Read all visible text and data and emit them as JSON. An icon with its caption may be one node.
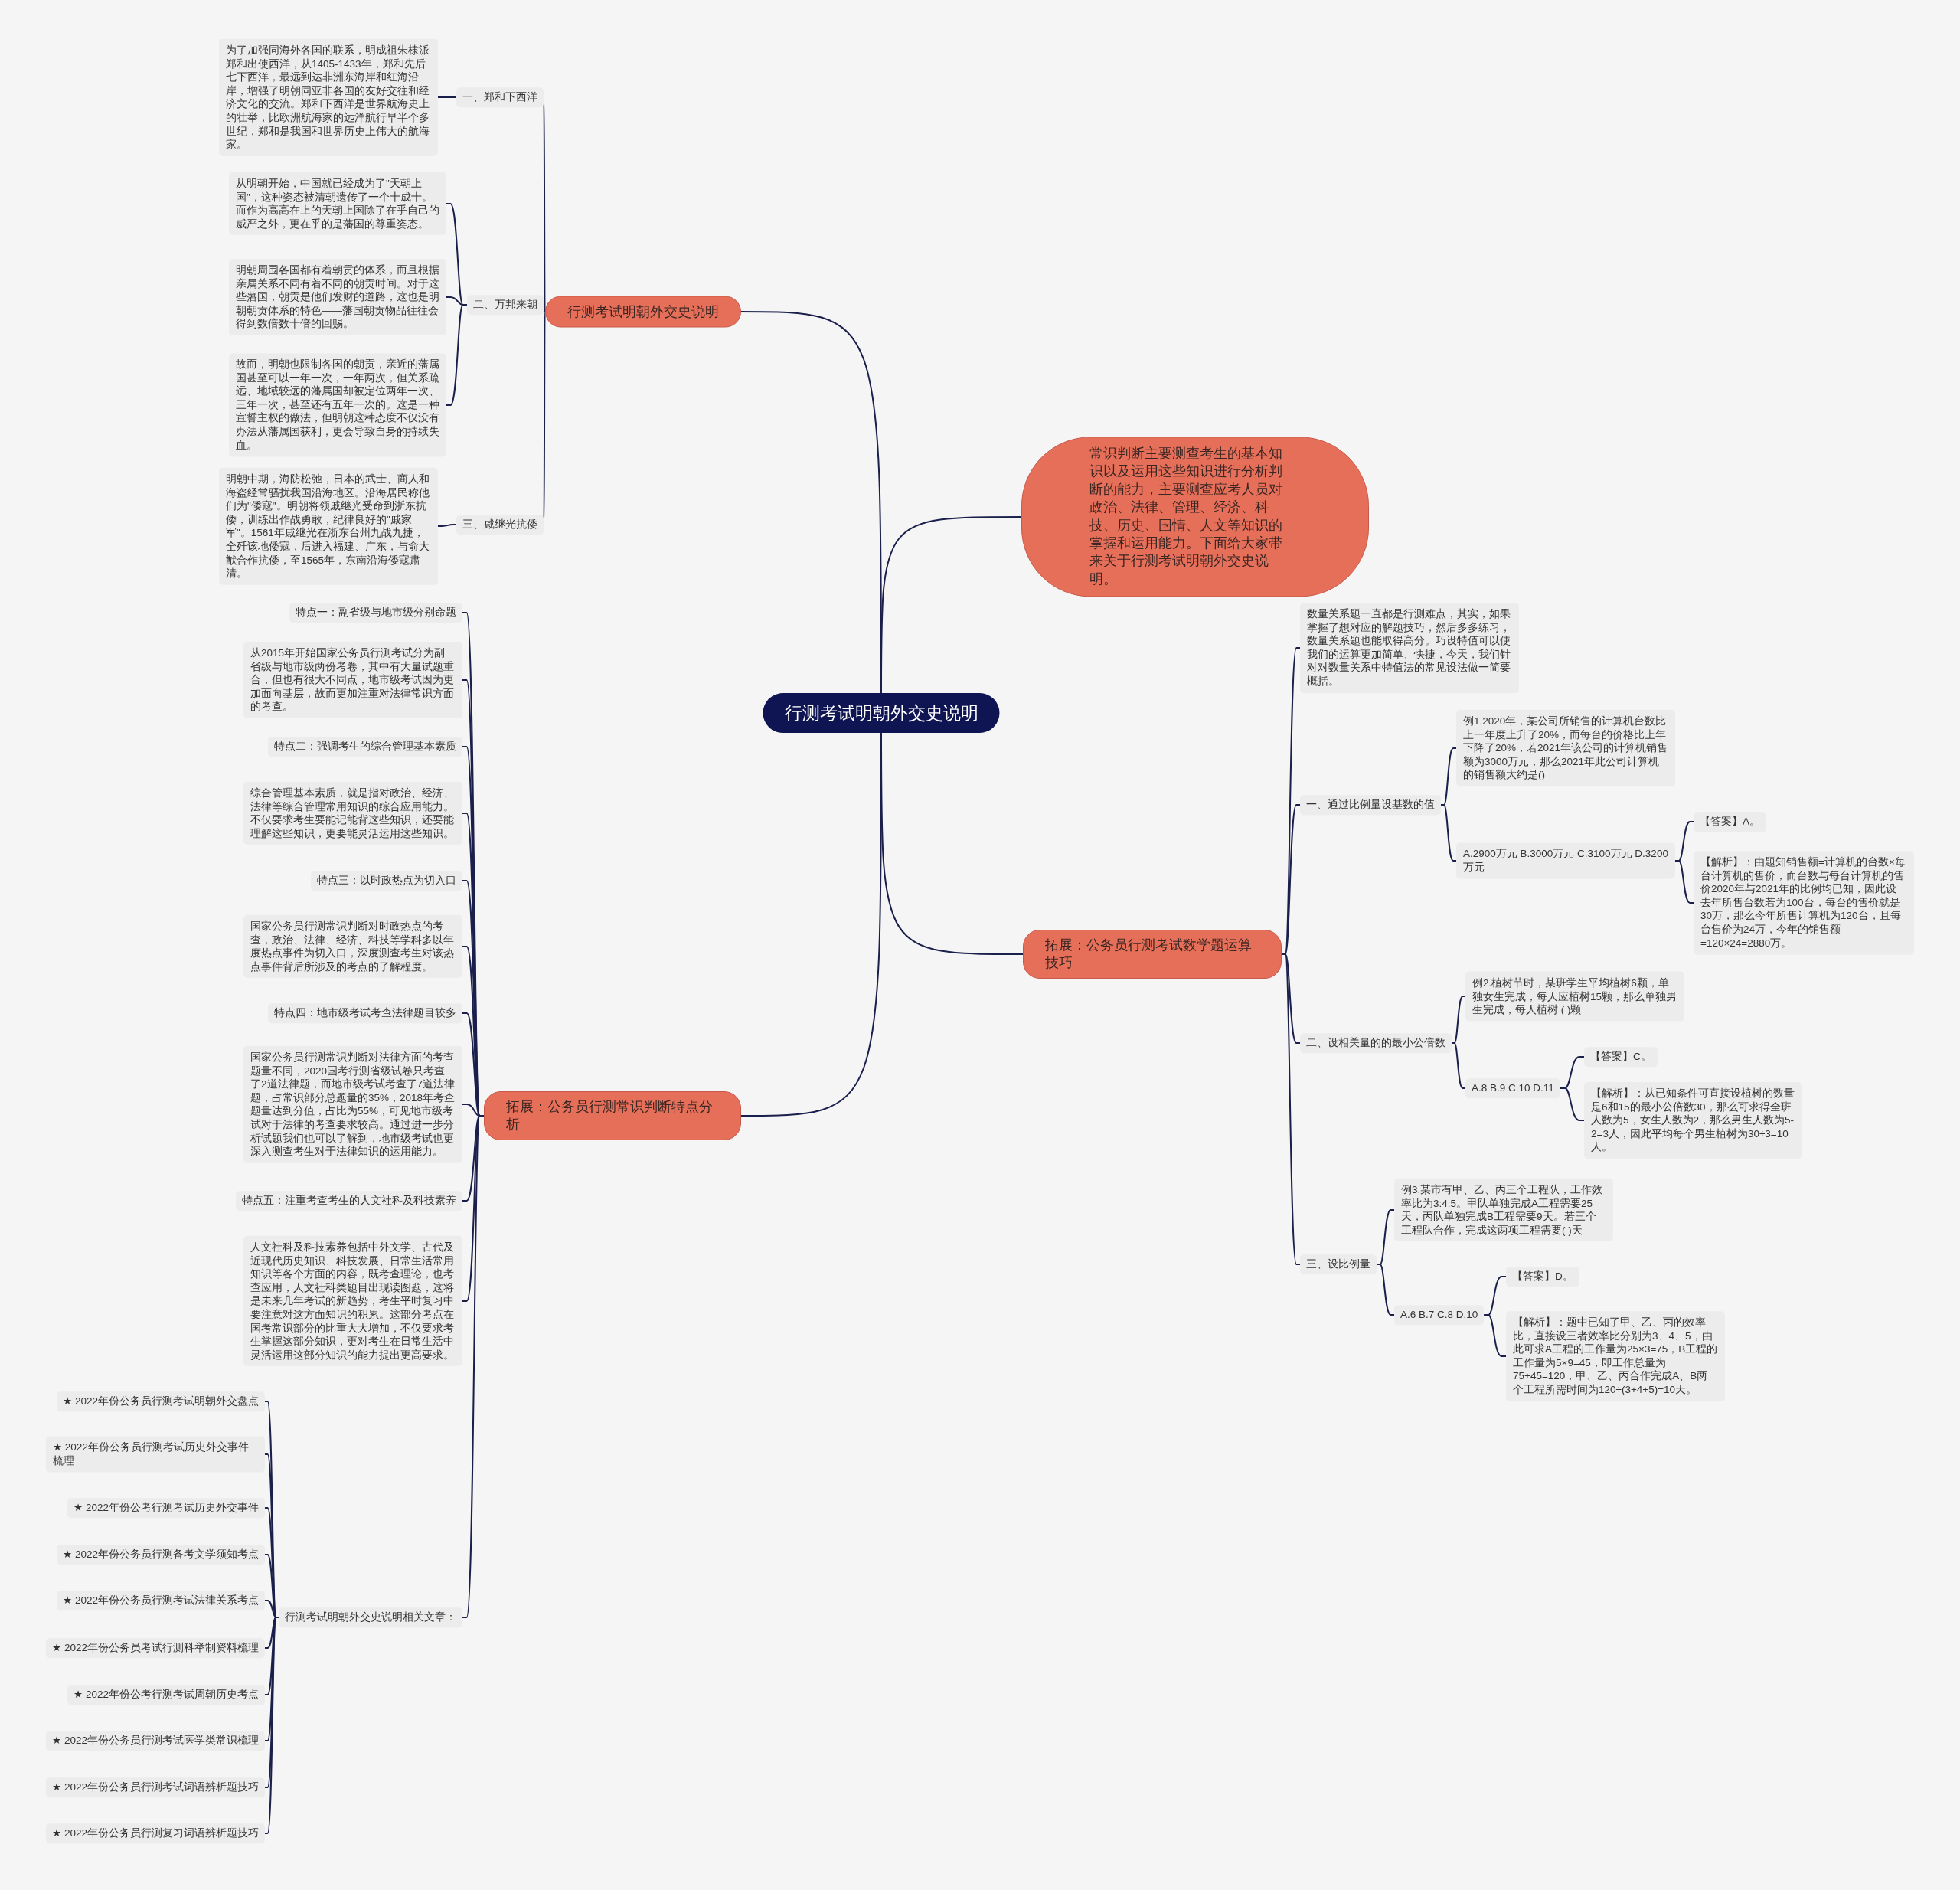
{
  "diagram": {
    "nodes": [
      {
        "text": [
          "行测考试明朝外交史说明"
        ]
      },
      {
        "text": [
          "行测考试明朝外交史说明"
        ]
      },
      {
        "text": [
          "一、郑和下西洋"
        ]
      },
      {
        "text": [
          "为了加强同海外各国的联系，明成祖朱棣派郑和出使西洋，从1405-1433年，郑和先后七下西洋，最远到达非洲东海岸和红海沿岸，增强了明朝同亚非各国的友好交往和经济文化的交流。郑和下西洋是世界航海史上的壮举，比欧洲航海家的远洋航行早半个多世纪，郑和是我国和世界历史上伟大的航海家。"
        ]
      },
      {
        "text": [
          "二、万邦来朝"
        ]
      },
      {
        "text": [
          "从明朝开始，中国就已经成为了\"天朝上国\"，这种姿态被清朝遗传了一个十成十。而作为高高在上的天朝上国除了在乎自己的威严之外，更在乎的是藩国的尊重姿态。"
        ]
      },
      {
        "text": [
          "明朝周围各国都有着朝贡的体系，而且根据亲属关系不同有着不同的朝贡时间。对于这些藩国，朝贡是他们发财的道路，这也是明朝朝贡体系的特色——藩国朝贡物品往往会得到数倍数十倍的回赐。"
        ]
      },
      {
        "text": [
          "故而，明朝也限制各国的朝贡，亲近的藩属国甚至可以一年一次，一年两次，但关系疏远、地域较远的藩属国却被定位两年一次、三年一次，甚至还有五年一次的。这是一种宣誓主权的做法，但明朝这种态度不仅没有办法从藩属国获利，更会导致自身的持续失血。"
        ]
      },
      {
        "text": [
          "三、戚继光抗倭"
        ]
      },
      {
        "text": [
          "明朝中期，海防松弛，日本的武士、商人和海盗经常骚扰我国沿海地区。沿海居民称他们为\"倭寇\"。明朝将领戚继光受命到浙东抗倭，训练出作战勇敢，纪律良好的\"戚家军\"。1561年戚继光在浙东台州九战九捷，全歼该地倭寇，后进入福建、广东，与俞大猷合作抗倭，至1565年，东南沿海倭寇肃清。"
        ]
      },
      {
        "text": [
          "常识判断主要测查考生的基本知识以及运用这些知识进行分析判断的能力，主要测查应考人员对政治、法律、管理、经济、科技、历史、国情、人文等知识的掌握和运用能力。下面给大家带来关于行测考试明朝外交史说明。"
        ]
      },
      {
        "text": [
          "拓展：公务员行测考试数学题运算技巧"
        ]
      },
      {
        "text": [
          "数量关系题一直都是行测难点，其实，如果掌握了想对应的解题技巧，然后多多练习，数量关系题也能取得高分。巧设特值可以使我们的运算更加简单、快捷，今天，我们针对对数量关系中特值法的常见设法做一简要概括。"
        ]
      },
      {
        "text": [
          "一、通过比例量设基数的值"
        ]
      },
      {
        "text": [
          "例1.2020年，某公司所销售的计算机台数比上一年度上升了20%，而每台的价格比上年下降了20%，若2021年该公司的计算机销售额为3000万元，那么2021年此公司计算机的销售额大约是()"
        ]
      },
      {
        "text": [
          "A.2900万元 B.3000万元 C.3100万元 D.3200万元"
        ]
      },
      {
        "text": [
          "【答案】A。"
        ]
      },
      {
        "text": [
          "【解析】：由题知销售额=计算机的台数×每台计算机的售价，而台数与每台计算机的售价2020年与2021年的比例均已知，因此设去年所售台数若为100台，每台的售价就是30万，那么今年所售计算机为120台，且每台售价为24万，今年的销售额=120×24=2880万。"
        ]
      },
      {
        "text": [
          "二、设相关量的的最小公倍数"
        ]
      },
      {
        "text": [
          "例2.植树节时，某班学生平均植树6颗，单独女生完成，每人应植树15颗，那么单独男生完成，每人植树 ( )颗"
        ]
      },
      {
        "text": [
          "A.8 B.9 C.10 D.11"
        ]
      },
      {
        "text": [
          "【答案】C。"
        ]
      },
      {
        "text": [
          "【解析】：从已知条件可直接设植树的数量是6和15的最小公倍数30，那么可求得全班人数为5，女生人数为2，那么男生人数为5-2=3人，因此平均每个男生植树为30÷3=10人。"
        ]
      },
      {
        "text": [
          "三、设比例量"
        ]
      },
      {
        "text": [
          "例3.某市有甲、乙、丙三个工程队，工作效率比为3:4:5。甲队单独完成A工程需要25天，丙队单独完成B工程需要9天。若三个工程队合作，完成这两项工程需要( )天"
        ]
      },
      {
        "text": [
          "A.6 B.7 C.8 D.10"
        ]
      },
      {
        "text": [
          "【答案】D。"
        ]
      },
      {
        "text": [
          "【解析】：题中已知了甲、乙、丙的效率比，直接设三者效率比分别为3、4、5，由此可求A工程的工作量为25×3=75，B工程的工作量为5×9=45，即工作总量为75+45=120，甲、乙、丙合作完成A、B两个工程所需时间为120÷(3+4+5)=10天。"
        ]
      },
      {
        "text": [
          "拓展：公务员行测常识判断特点分析"
        ]
      },
      {
        "text": [
          "特点一：副省级与地市级分别命题"
        ]
      },
      {
        "text": [
          "从2015年开始国家公务员行测考试分为副省级与地市级两份考卷，其中有大量试题重合，但也有很大不同点，地市级考试因为更加面向基层，故而更加注重对法律常识方面的考查。"
        ]
      },
      {
        "text": [
          "特点二：强调考生的综合管理基本素质"
        ]
      },
      {
        "text": [
          "综合管理基本素质，就是指对政治、经济、法律等综合管理常用知识的综合应用能力。不仅要求考生要能记能背这些知识，还要能理解这些知识，更要能灵活运用这些知识。"
        ]
      },
      {
        "text": [
          "特点三：以时政热点为切入口"
        ]
      },
      {
        "text": [
          "国家公务员行测常识判断对时政热点的考查，政治、法律、经济、科技等学科多以年度热点事件为切入口，深度测查考生对该热点事件背后所涉及的考点的了解程度。"
        ]
      },
      {
        "text": [
          "特点四：地市级考试考查法律题目较多"
        ]
      },
      {
        "text": [
          "国家公务员行测常识判断对法律方面的考查题量不同，2020国考行测省级试卷只考查了2道法律题，而地市级考试考查了7道法律题，占常识部分总题量的35%，2018年考查题量达到分值，占比为55%，可见地市级考试对于法律的考查要求较高。通过进一步分析试题我们也可以了解到，地市级考试也更深入测查考生对于法律知识的运用能力。"
        ]
      },
      {
        "text": [
          "特点五：注重考查考生的人文社科及科技素养"
        ]
      },
      {
        "text": [
          "人文社科及科技素养包括中外文学、古代及近现代历史知识、科技发展、日常生活常用知识等各个方面的内容，既考查理论，也考查应用，人文社科类题目出现读图题，这将是未来几年考试的新趋势，考生平时复习中要注意对这方面知识的积累。这部分考点在国考常识部分的比重大大增加，不仅要求考生掌握这部分知识，更对考生在日常生活中灵活运用这部分知识的能力提出更高要求。"
        ]
      },
      {
        "text": [
          "行测考试明朝外交史说明相关文章："
        ]
      },
      {
        "text": [
          "★ 2022年份公务员行测考试明朝外交盘点"
        ]
      },
      {
        "text": [
          "★ 2022年份公务员行测考试历史外交事件梳理"
        ]
      },
      {
        "text": [
          "★ 2022年份公考行测考试历史外交事件"
        ]
      },
      {
        "text": [
          "★ 2022年份公务员行测备考文学须知考点"
        ]
      },
      {
        "text": [
          "★ 2022年份公务员行测考试法律关系考点"
        ]
      },
      {
        "text": [
          "★ 2022年份公务员考试行测科举制资料梳理"
        ]
      },
      {
        "text": [
          "★ 2022年份公考行测考试周朝历史考点"
        ]
      },
      {
        "text": [
          "★ 2022年份公务员行测考试医学类常识梳理"
        ]
      },
      {
        "text": [
          "★ 2022年份公务员行测考试词语辨析题技巧"
        ]
      },
      {
        "text": [
          "★ 2022年份公务员行测复习词语辨析题技巧"
        ]
      }
    ],
    "edges": [
      {
        "from": 0,
        "to": 1,
        "arrow": "none"
      },
      {
        "from": 0,
        "to": 10,
        "arrow": "none"
      },
      {
        "from": 0,
        "to": 11,
        "arrow": "none"
      },
      {
        "from": 0,
        "to": 28,
        "arrow": "none"
      },
      {
        "from": 1,
        "to": 2,
        "arrow": "none"
      },
      {
        "from": 2,
        "to": 3,
        "arrow": "none"
      },
      {
        "from": 1,
        "to": 4,
        "arrow": "none"
      },
      {
        "from": 4,
        "to": 5,
        "arrow": "none"
      },
      {
        "from": 4,
        "to": 6,
        "arrow": "none"
      },
      {
        "from": 4,
        "to": 7,
        "arrow": "none"
      },
      {
        "from": 1,
        "to": 8,
        "arrow": "none"
      },
      {
        "from": 8,
        "to": 9,
        "arrow": "none"
      },
      {
        "from": 11,
        "to": 12,
        "arrow": "none"
      },
      {
        "from": 11,
        "to": 13,
        "arrow": "none"
      },
      {
        "from": 13,
        "to": 14,
        "arrow": "none"
      },
      {
        "from": 13,
        "to": 15,
        "arrow": "none"
      },
      {
        "from": 15,
        "to": 16,
        "arrow": "none"
      },
      {
        "from": 15,
        "to": 17,
        "arrow": "none"
      },
      {
        "from": 11,
        "to": 18,
        "arrow": "none"
      },
      {
        "from": 18,
        "to": 19,
        "arrow": "none"
      },
      {
        "from": 18,
        "to": 20,
        "arrow": "none"
      },
      {
        "from": 20,
        "to": 21,
        "arrow": "none"
      },
      {
        "from": 20,
        "to": 22,
        "arrow": "none"
      },
      {
        "from": 11,
        "to": 23,
        "arrow": "none"
      },
      {
        "from": 23,
        "to": 24,
        "arrow": "none"
      },
      {
        "from": 23,
        "to": 25,
        "arrow": "none"
      },
      {
        "from": 25,
        "to": 26,
        "arrow": "none"
      },
      {
        "from": 25,
        "to": 27,
        "arrow": "none"
      },
      {
        "from": 28,
        "to": 29,
        "arrow": "none"
      },
      {
        "from": 28,
        "to": 30,
        "arrow": "none"
      },
      {
        "from": 28,
        "to": 31,
        "arrow": "none"
      },
      {
        "from": 28,
        "to": 32,
        "arrow": "none"
      },
      {
        "from": 28,
        "to": 33,
        "arrow": "none"
      },
      {
        "from": 28,
        "to": 34,
        "arrow": "none"
      },
      {
        "from": 28,
        "to": 35,
        "arrow": "none"
      },
      {
        "from": 28,
        "to": 36,
        "arrow": "none"
      },
      {
        "from": 28,
        "to": 37,
        "arrow": "none"
      },
      {
        "from": 28,
        "to": 38,
        "arrow": "none"
      },
      {
        "from": 28,
        "to": 39,
        "arrow": "none"
      },
      {
        "from": 39,
        "to": 40,
        "arrow": "none"
      },
      {
        "from": 39,
        "to": 41,
        "arrow": "none"
      },
      {
        "from": 39,
        "to": 42,
        "arrow": "none"
      },
      {
        "from": 39,
        "to": 43,
        "arrow": "none"
      },
      {
        "from": 39,
        "to": 44,
        "arrow": "none"
      },
      {
        "from": 39,
        "to": 45,
        "arrow": "none"
      },
      {
        "from": 39,
        "to": 46,
        "arrow": "none"
      },
      {
        "from": 39,
        "to": 47,
        "arrow": "none"
      },
      {
        "from": 39,
        "to": 48,
        "arrow": "none"
      },
      {
        "from": 39,
        "to": 49,
        "arrow": "none"
      }
    ]
  }
}
